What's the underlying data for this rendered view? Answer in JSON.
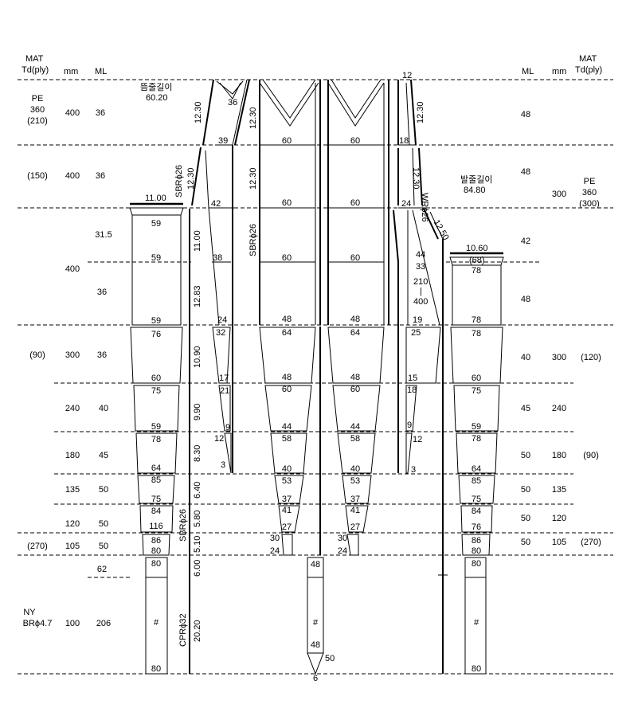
{
  "header_left": {
    "mat": "MAT",
    "td": "Td(ply)",
    "mm": "mm",
    "ml": "ML"
  },
  "header_right": {
    "ml": "ML",
    "mm": "mm",
    "mat": "MAT",
    "td": "Td(ply)"
  },
  "left_table": [
    {
      "mat": "PE",
      "mat2": "360",
      "td": "(210)",
      "mm": "400",
      "ml": "36"
    },
    {
      "td": "(150)",
      "mm": "400",
      "ml": "36"
    },
    {
      "ml": "31.5"
    },
    {
      "mm": "400",
      "ml": "36"
    },
    {
      "td": "(90)",
      "mm": "300",
      "ml": "36"
    },
    {
      "mm": "240",
      "ml": "40"
    },
    {
      "mm": "180",
      "ml": "45"
    },
    {
      "mm": "135",
      "ml": "50"
    },
    {
      "mm": "120",
      "ml": "50"
    },
    {
      "td": "(270)",
      "mm": "105",
      "ml": "50"
    },
    {
      "ml": "62"
    },
    {
      "mat": "NY",
      "mat2": "BRϕ4.7",
      "mm": "100",
      "ml": "206"
    }
  ],
  "right_table": [
    {
      "ml": "48"
    },
    {
      "ml": "48"
    },
    {
      "mat": "PE",
      "mat2": "360",
      "td": "(300)",
      "mm": "300"
    },
    {
      "ml": "42"
    },
    {
      "ml": "48"
    },
    {
      "td": "(120)",
      "mm": "300",
      "ml": "40"
    },
    {
      "mm": "240",
      "ml": "45"
    },
    {
      "td": "(90)",
      "mm": "180",
      "ml": "50"
    },
    {
      "mm": "135",
      "ml": "50"
    },
    {
      "mm": "120",
      "ml": "50"
    },
    {
      "td": "(270)",
      "mm": "105",
      "ml": "50"
    }
  ],
  "annotations": {
    "float_rope_label": "뜸줄길이",
    "float_rope_value": "60.20",
    "sinker_rope_label": "발줄길이",
    "sinker_rope_value": "84.80",
    "width_11": "11.00",
    "width_1060": "10.60",
    "width_68": "(68)",
    "top_12": "12"
  },
  "bosom_left": {
    "top": "11.00",
    "values": [
      "59",
      "59",
      "59",
      "76",
      "60",
      "75",
      "59",
      "78",
      "64",
      "85",
      "75",
      "84",
      "116",
      "86",
      "80",
      "80",
      "#",
      "80"
    ]
  },
  "vertical_labels": {
    "sbr26_a": "SBRϕ26",
    "l1230_a": "12.30",
    "l1230_b": "12.30",
    "l1230_c": "12.30",
    "l1230_d": "12.30",
    "l1230_e": "12.30",
    "sbr26_b": "SBRϕ26",
    "wr26": "WRϕ26",
    "l1250": "12.50",
    "l1100": "11.00",
    "l1283": "12.83",
    "l1090": "10.90",
    "l990": "9.90",
    "l830": "8.30",
    "l640": "6.40",
    "l580": "5.80",
    "sbr26_c": "SBRϕ26",
    "l510": "5.10",
    "l600": "6.00",
    "cpr32": "CPRϕ32",
    "l2020": "20.20"
  },
  "wing_left": [
    "36",
    "39",
    "42",
    "38",
    "24",
    "32",
    "17",
    "21",
    "9",
    "12",
    "3"
  ],
  "center1": [
    "60",
    "60",
    "60",
    "48",
    "64",
    "48",
    "60",
    "44",
    "58",
    "40",
    "53",
    "37",
    "41",
    "27",
    "30",
    "24"
  ],
  "center2": [
    "60",
    "60",
    "60",
    "48",
    "64",
    "48",
    "60",
    "44",
    "58",
    "40",
    "53",
    "37",
    "41",
    "27",
    "30",
    "24"
  ],
  "codend": [
    "48",
    "#",
    "48",
    "50",
    "6"
  ],
  "wing_right": [
    "18",
    "24",
    "44",
    "33",
    "210",
    "|",
    "400",
    "19",
    "25",
    "15",
    "18",
    "9",
    "12",
    "3"
  ],
  "bosom_right": [
    "78",
    "78",
    "78",
    "60",
    "75",
    "59",
    "78",
    "64",
    "85",
    "75",
    "84",
    "76",
    "86",
    "80",
    "80",
    "#",
    "80"
  ]
}
